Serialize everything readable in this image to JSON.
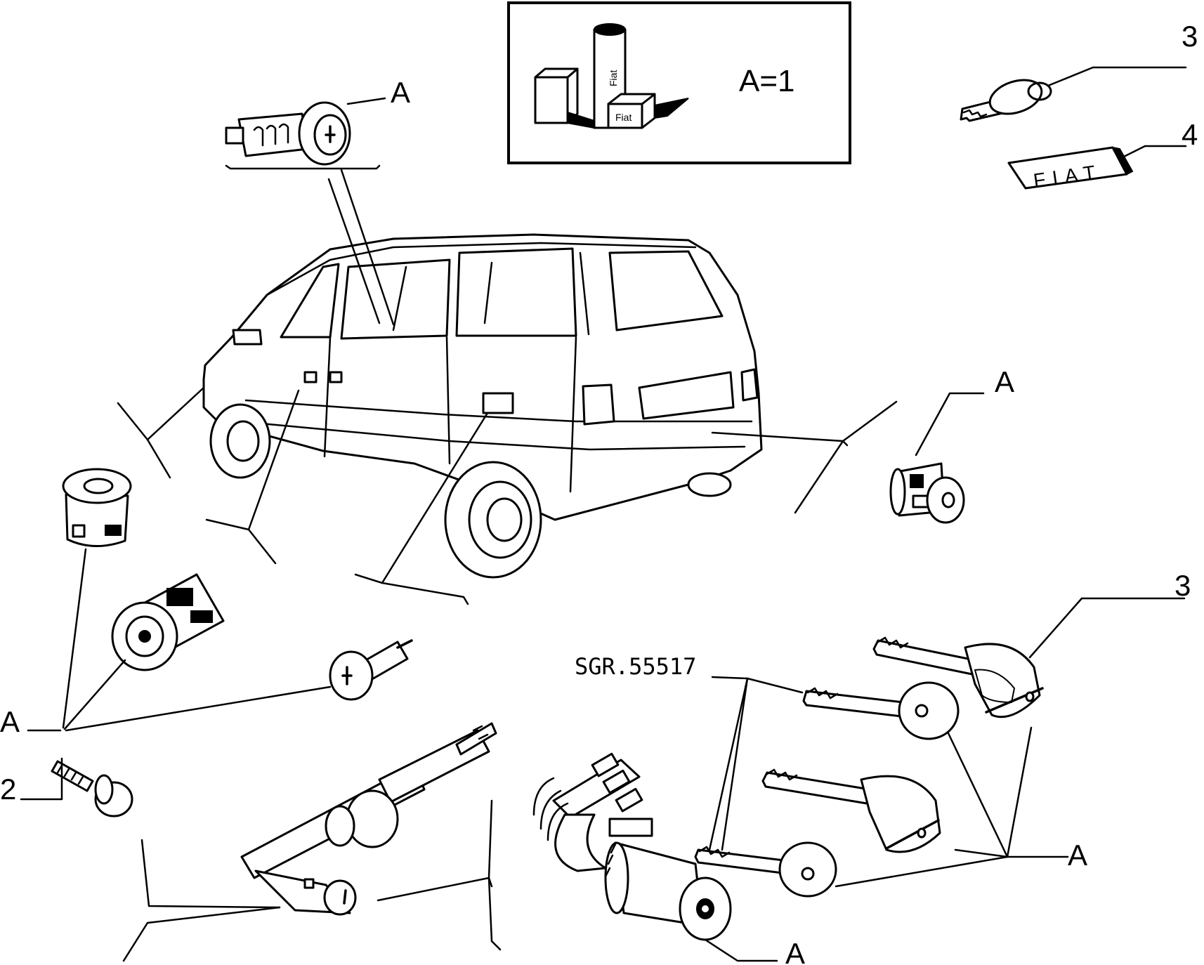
{
  "legend_box": {
    "text": "A=1",
    "logo_text": "Fiat"
  },
  "badge_text": "FIAT",
  "labels": {
    "a_top_center": "A",
    "a_right_mid": "A",
    "a_left": "A",
    "a_bottom_right": "A",
    "a_bottom": "A",
    "num_3_top": "3",
    "num_4": "4",
    "num_3_mid": "3",
    "num_2": "2"
  },
  "part_code": "SGR.55517"
}
